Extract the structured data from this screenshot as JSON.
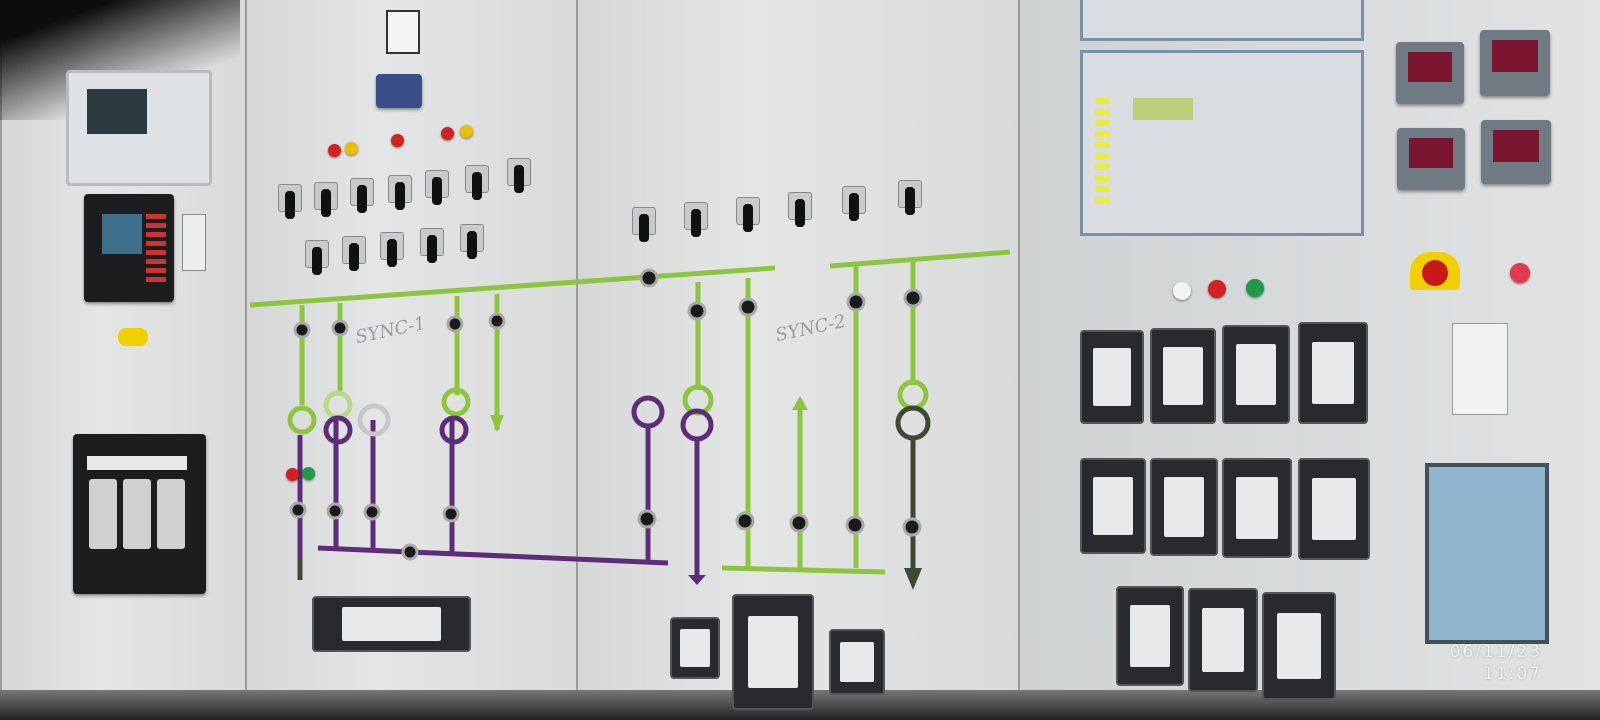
{
  "scene": {
    "subject": "electrical-switchboard-mimic-panel",
    "colors": {
      "panel": "#dcdede",
      "green_bus": "#8cc63f",
      "purple_bus": "#5e2d79",
      "dark_green": "#3d4a33",
      "lamp_red": "#d32020",
      "lamp_yellow": "#e8c000",
      "lamp_green": "#1f9a4a"
    }
  },
  "handwriting": {
    "sync1": "SYNC-1",
    "sync2": "SYNC-2"
  },
  "timestamp": {
    "date": "06/11/23",
    "time": "11:07"
  }
}
